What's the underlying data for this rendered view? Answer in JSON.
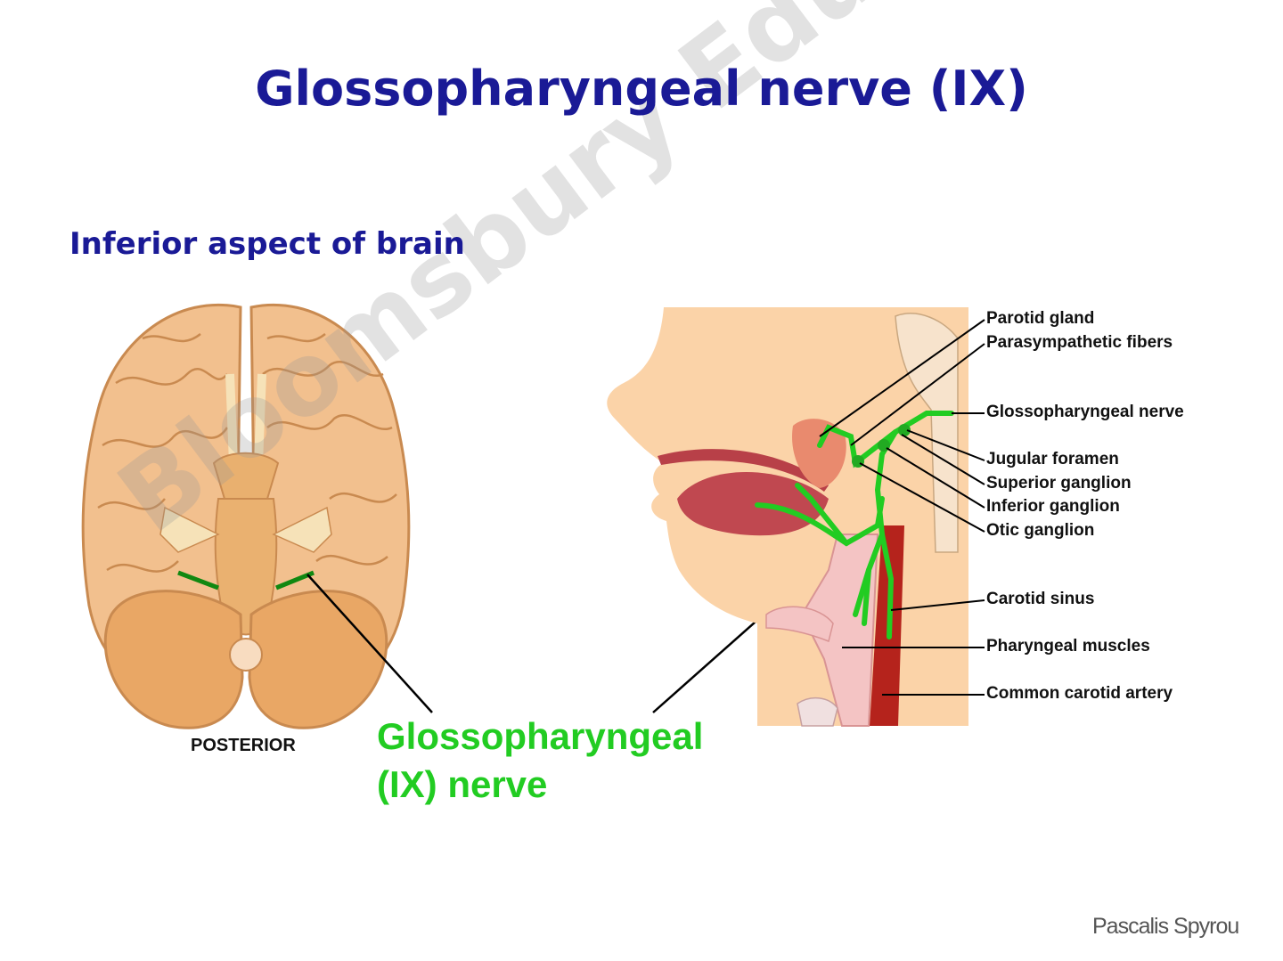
{
  "title": "Glossopharyngeal nerve (IX)",
  "subtitle": "Inferior aspect of brain",
  "posterior_label": "POSTERIOR",
  "nerve_label_line1": "Glossopharyngeal",
  "nerve_label_line2": "(IX) nerve",
  "credit": "Pascalis Spyrou",
  "watermark": "Bloomsbury Educational Ltd",
  "labels": {
    "parotid_gland": "Parotid gland",
    "parasympathetic_fibers": "Parasympathetic fibers",
    "glossopharyngeal_nerve": "Glossopharyngeal nerve",
    "jugular_foramen": "Jugular foramen",
    "superior_ganglion": "Superior ganglion",
    "inferior_ganglion": "Inferior ganglion",
    "otic_ganglion": "Otic ganglion",
    "carotid_sinus": "Carotid sinus",
    "pharyngeal_muscles": "Pharyngeal muscles",
    "common_carotid_artery": "Common carotid artery"
  },
  "colors": {
    "title": "#1a1a96",
    "nerve": "#22cc22",
    "brain": "#f2c08e",
    "cerebellum": "#e9a765",
    "skin": "#fbd3a8",
    "artery": "#b5231c",
    "muscle": "#c04850"
  }
}
